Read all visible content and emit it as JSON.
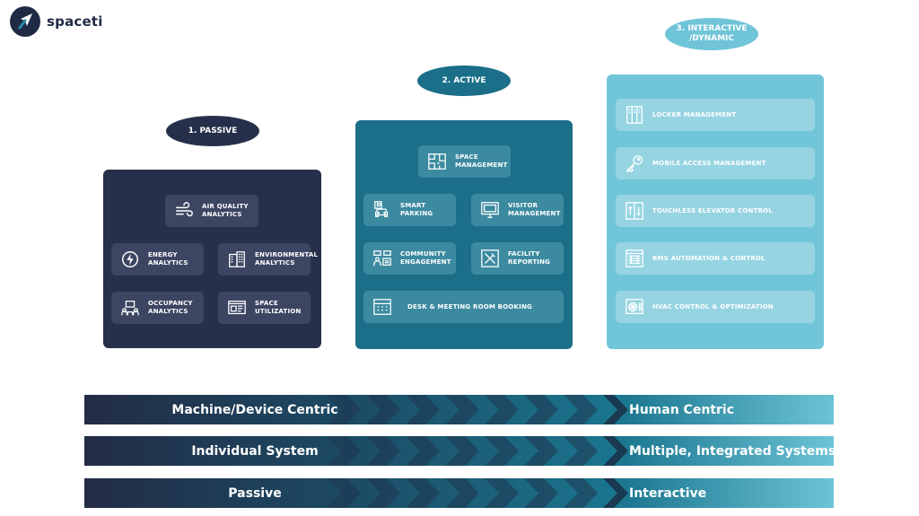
{
  "brand": {
    "name": "spaceti",
    "color": "#1f2a44",
    "accent": "#2c8aa8"
  },
  "colors": {
    "passive": "#26304a",
    "active": "#1b6f88",
    "interactive": "#71c5d8"
  },
  "stages": {
    "passive": {
      "title": "1. PASSIVE",
      "tiles": [
        {
          "label": "AIR QUALITY\nANALYTICS",
          "icon": "wind-icon"
        },
        {
          "label": "ENERGY\nANALYTICS",
          "icon": "energy-icon"
        },
        {
          "label": "ENVIRONMENTAL\nANALYTICS",
          "icon": "building-icon"
        },
        {
          "label": "OCCUPANCY\nANALYTICS",
          "icon": "occupancy-icon"
        },
        {
          "label": "SPACE\nUTILIZATION",
          "icon": "dashboard-icon"
        }
      ]
    },
    "active": {
      "title": "2. ACTIVE",
      "tiles": [
        {
          "label": "SPACE\nMANAGEMENT",
          "icon": "floorplan-icon"
        },
        {
          "label": "SMART\nPARKING",
          "icon": "car-icon"
        },
        {
          "label": "VISITOR\nMANAGEMENT",
          "icon": "monitor-icon"
        },
        {
          "label": "COMMUNITY\nENGAGEMENT",
          "icon": "community-icon"
        },
        {
          "label": "FACILITY\nREPORTING",
          "icon": "tools-icon"
        },
        {
          "label": "DESK & MEETING ROOM BOOKING",
          "icon": "calendar-icon"
        }
      ]
    },
    "interactive": {
      "title": "3. INTERACTIVE\n/DYNAMIC",
      "tiles": [
        {
          "label": "LOCKER MANAGEMENT",
          "icon": "locker-icon"
        },
        {
          "label": "MOBILE ACCESS MANAGEMENT",
          "icon": "key-icon"
        },
        {
          "label": "TOUCHLESS ELEVATOR CONTROL",
          "icon": "elevator-icon"
        },
        {
          "label": "BMS AUTOMATION & CONTROL",
          "icon": "bms-panel-icon"
        },
        {
          "label": "HVAC CONTROL & OPTIMIZATION",
          "icon": "hvac-icon"
        }
      ]
    }
  },
  "bands": [
    {
      "from": "Machine/Device Centric",
      "to": "Human Centric"
    },
    {
      "from": "Individual System",
      "to": "Multiple, Integrated Systems"
    },
    {
      "from": "Passive",
      "to": "Interactive"
    }
  ]
}
